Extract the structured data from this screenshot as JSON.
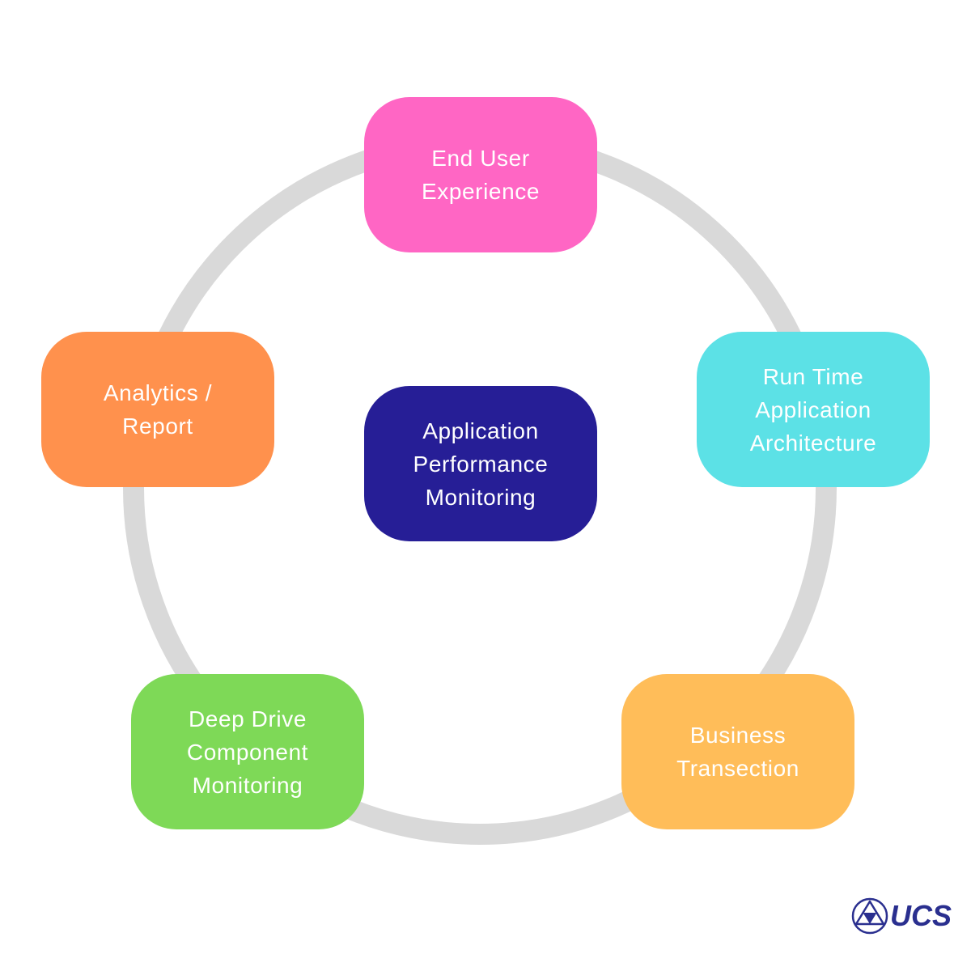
{
  "diagram": {
    "ring_color": "#d9d9d9",
    "center": {
      "label": "Application\nPerformance\nMonitoring",
      "color": "#261e96"
    },
    "nodes": [
      {
        "id": "end-user-experience",
        "label": "End User\nExperience",
        "color": "#ff66c4"
      },
      {
        "id": "run-time-application-architecture",
        "label": "Run Time\nApplication\nArchitecture",
        "color": "#5ce1e6"
      },
      {
        "id": "business-transection",
        "label": "Business\nTransection",
        "color": "#ffbd59"
      },
      {
        "id": "deep-drive-component-monitoring",
        "label": "Deep Drive\nComponent\nMonitoring",
        "color": "#7ed957"
      },
      {
        "id": "analytics-report",
        "label": "Analytics /\nReport",
        "color": "#ff914d"
      }
    ]
  },
  "logo": {
    "text": "UCS",
    "color": "#2a2f8f",
    "icon": "triangle-in-circle-logo-icon"
  }
}
